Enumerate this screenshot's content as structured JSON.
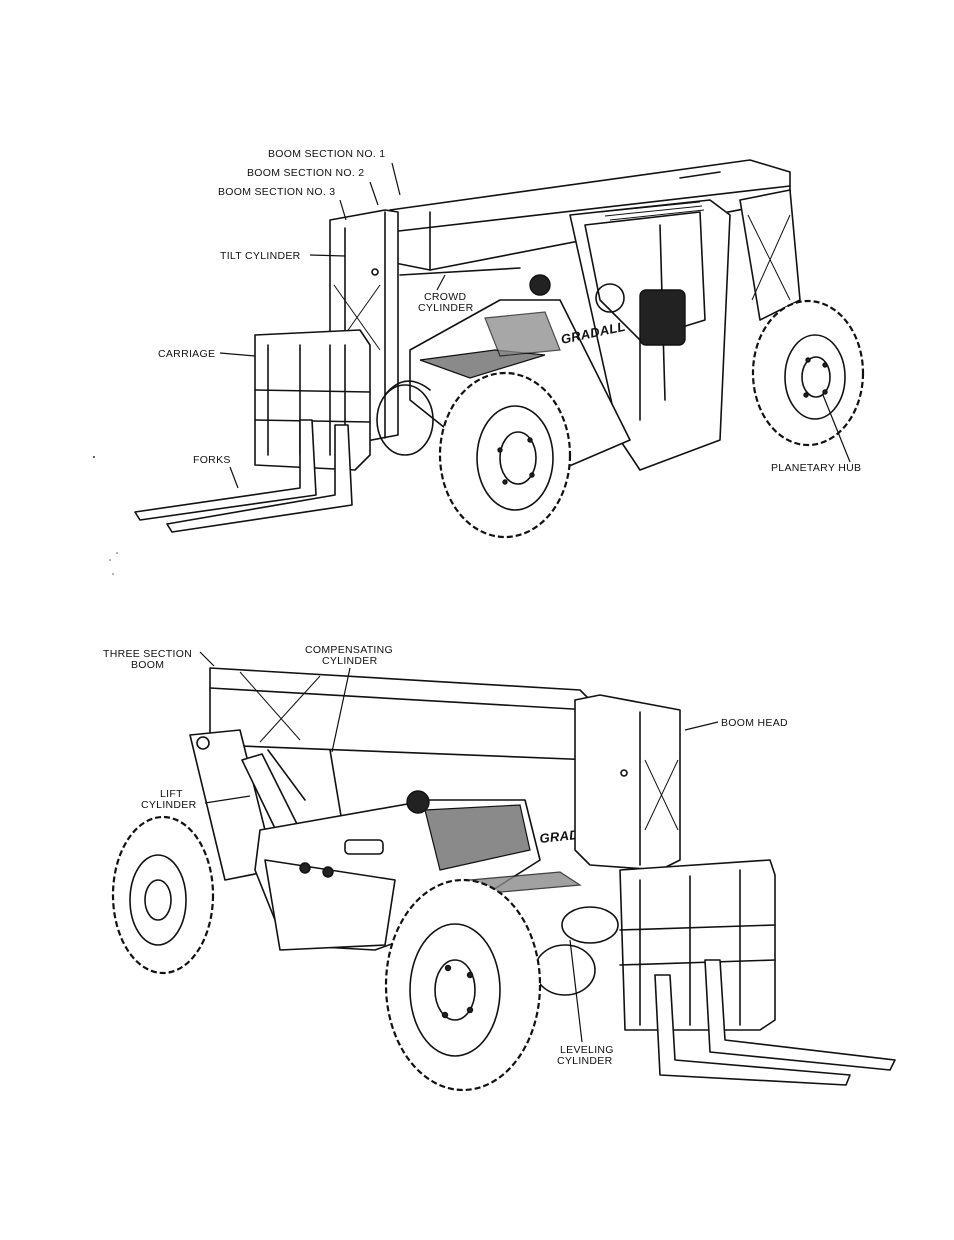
{
  "top_view": {
    "labels": {
      "boom_section_1": "BOOM SECTION NO. 1",
      "boom_section_2": "BOOM SECTION NO. 2",
      "boom_section_3": "BOOM SECTION NO. 3",
      "tilt_cylinder": "TILT CYLINDER",
      "crowd_cylinder_line1": "CROWD",
      "crowd_cylinder_line2": "CYLINDER",
      "carriage": "CARRIAGE",
      "forks": "FORKS",
      "planetary_hub": "PLANETARY HUB"
    },
    "logo": "GRADALL"
  },
  "bottom_view": {
    "labels": {
      "three_section_boom_line1": "THREE SECTION",
      "three_section_boom_line2": "BOOM",
      "compensating_cylinder_line1": "COMPENSATING",
      "compensating_cylinder_line2": "CYLINDER",
      "boom_head": "BOOM HEAD",
      "lift_cylinder_line1": "LIFT",
      "lift_cylinder_line2": "CYLINDER",
      "leveling_cylinder_line1": "LEVELING",
      "leveling_cylinder_line2": "CYLINDER"
    },
    "logo": "GRADALL"
  }
}
